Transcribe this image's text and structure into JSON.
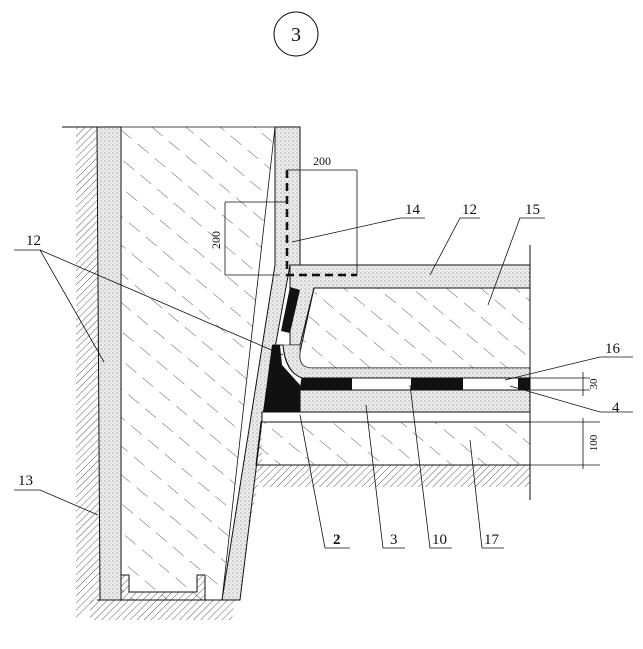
{
  "title": "3",
  "dimensions": {
    "horizontal_top": "200",
    "vertical_left": "200",
    "membrane_gap": "30",
    "base_layer": "100"
  },
  "labels": {
    "walls_left": "12",
    "outer_wall": "13",
    "dashed_edge": "14",
    "slab_top": "12",
    "slab": "15",
    "screed": "16",
    "membrane": "4",
    "fillet": "2",
    "lower_screed": "3",
    "membrane_strip": "10",
    "base": "17"
  },
  "colors": {
    "ink": "#111111",
    "paper": "#ffffff",
    "stipple": "#cfcfcf"
  }
}
